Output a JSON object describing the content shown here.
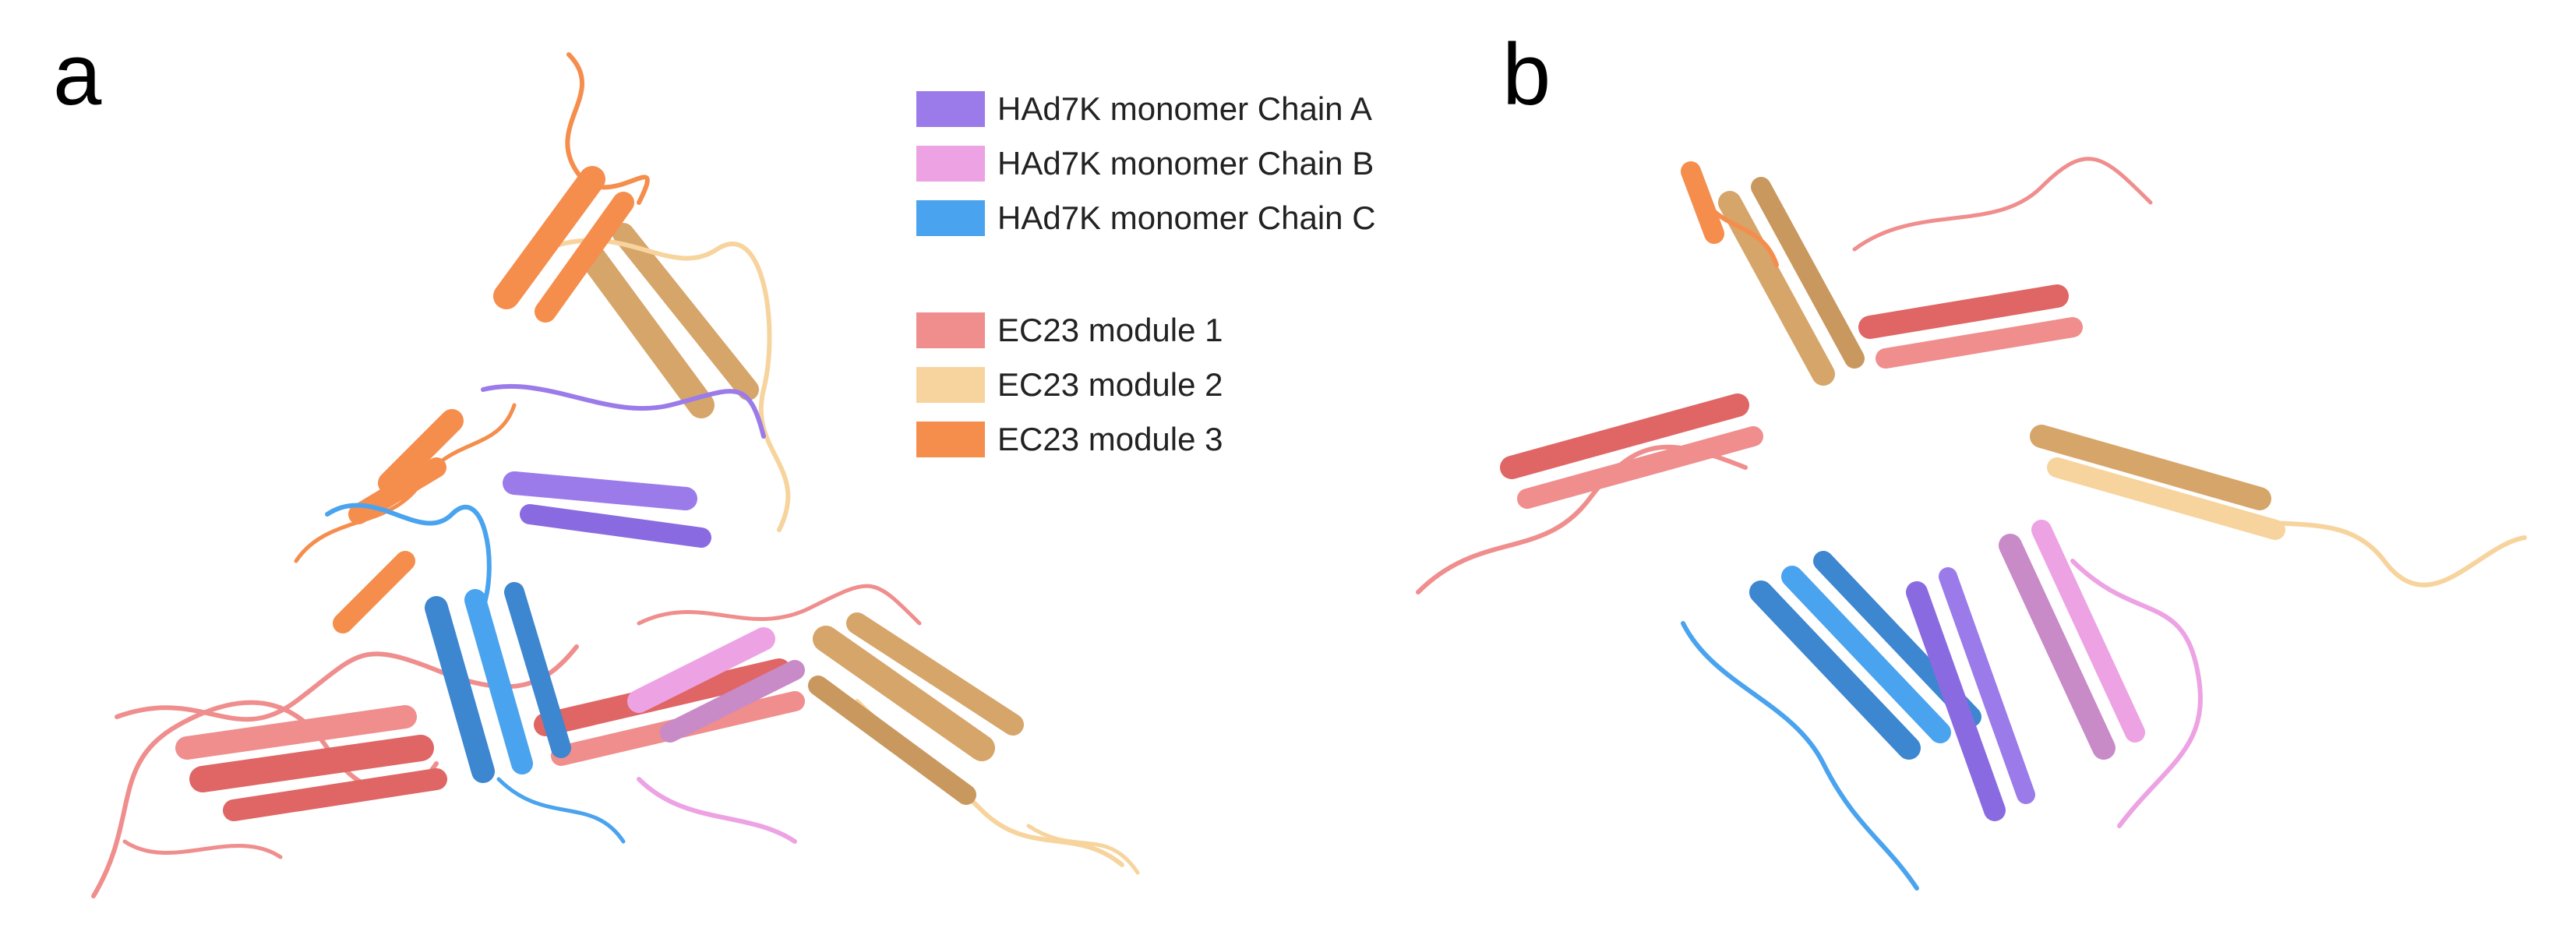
{
  "panels": [
    {
      "letter": "a"
    },
    {
      "letter": "b"
    }
  ],
  "legend": {
    "items": [
      {
        "label": "HAd7K monomer Chain A",
        "color": "#9b7bea"
      },
      {
        "label": "HAd7K monomer Chain B",
        "color": "#eda2e3"
      },
      {
        "label": "HAd7K monomer Chain C",
        "color": "#4aa3ee"
      },
      {
        "label": "EC23 module 1",
        "color": "#f08d8d"
      },
      {
        "label": "EC23 module 2",
        "color": "#f7d49d"
      },
      {
        "label": "EC23 module 3",
        "color": "#f58d4c"
      }
    ]
  },
  "colors": {
    "chainA": "#9b7bea",
    "chainB": "#eda2e3",
    "chainC": "#4aa3ee",
    "module1": "#f08d8d",
    "module2": "#f7d49d",
    "module3": "#f58d4c",
    "module2_dark": "#d6a56a",
    "module1_dark": "#e06565"
  }
}
